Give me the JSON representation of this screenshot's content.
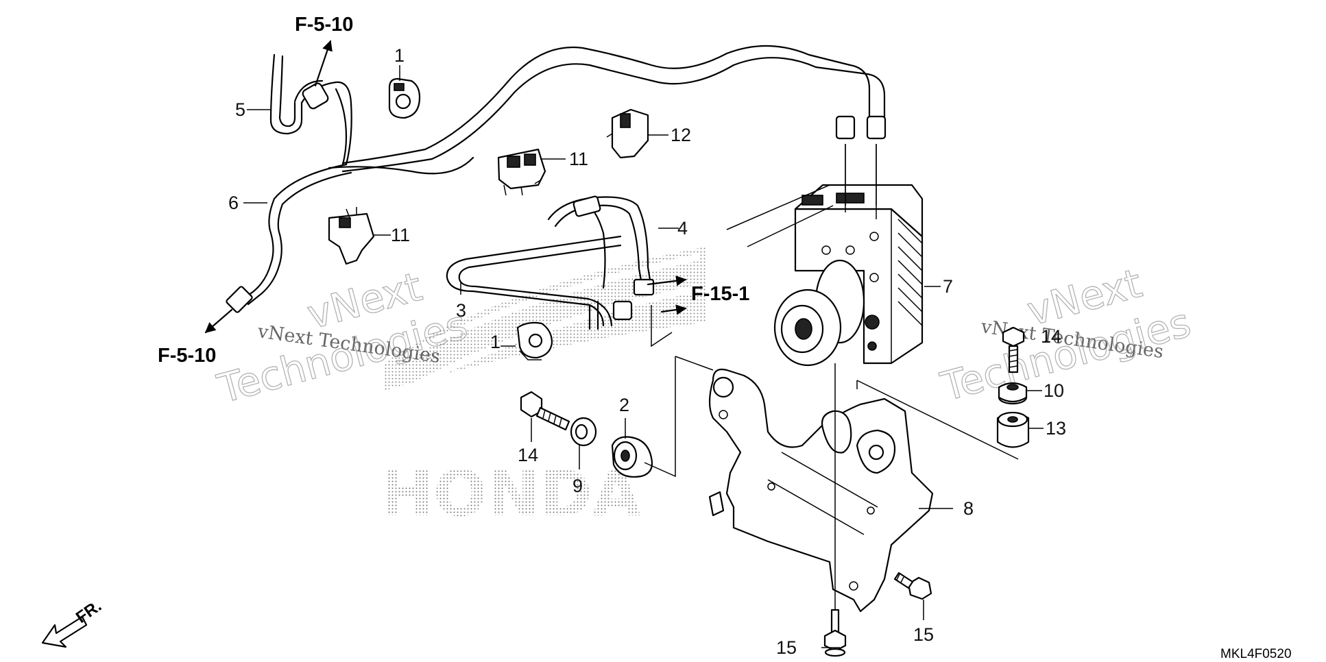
{
  "diagram": {
    "part_numbers": {
      "p1_top": "1",
      "p1_mid": "1",
      "p2": "2",
      "p3": "3",
      "p4": "4",
      "p5": "5",
      "p6": "6",
      "p7": "7",
      "p8": "8",
      "p9": "9",
      "p10": "10",
      "p11_a": "11",
      "p11_b": "11",
      "p12": "12",
      "p13": "13",
      "p14_left": "14",
      "p14_right": "14",
      "p15_left": "15",
      "p15_right": "15"
    },
    "references": {
      "f5_10_top": "F-5-10",
      "f5_10_left": "F-5-10",
      "f15_1": "F-15-1"
    },
    "direction_label": "FR.",
    "drawing_code": "MKL4F0520",
    "logo_text": "HONDA",
    "watermarks": {
      "left_small": "vNext Technologies",
      "left_big_1": "vNext",
      "left_big_2": "Technologies",
      "right_small": "vNext Technologies",
      "right_big_1": "vNext",
      "right_big_2": "Technologies"
    }
  }
}
